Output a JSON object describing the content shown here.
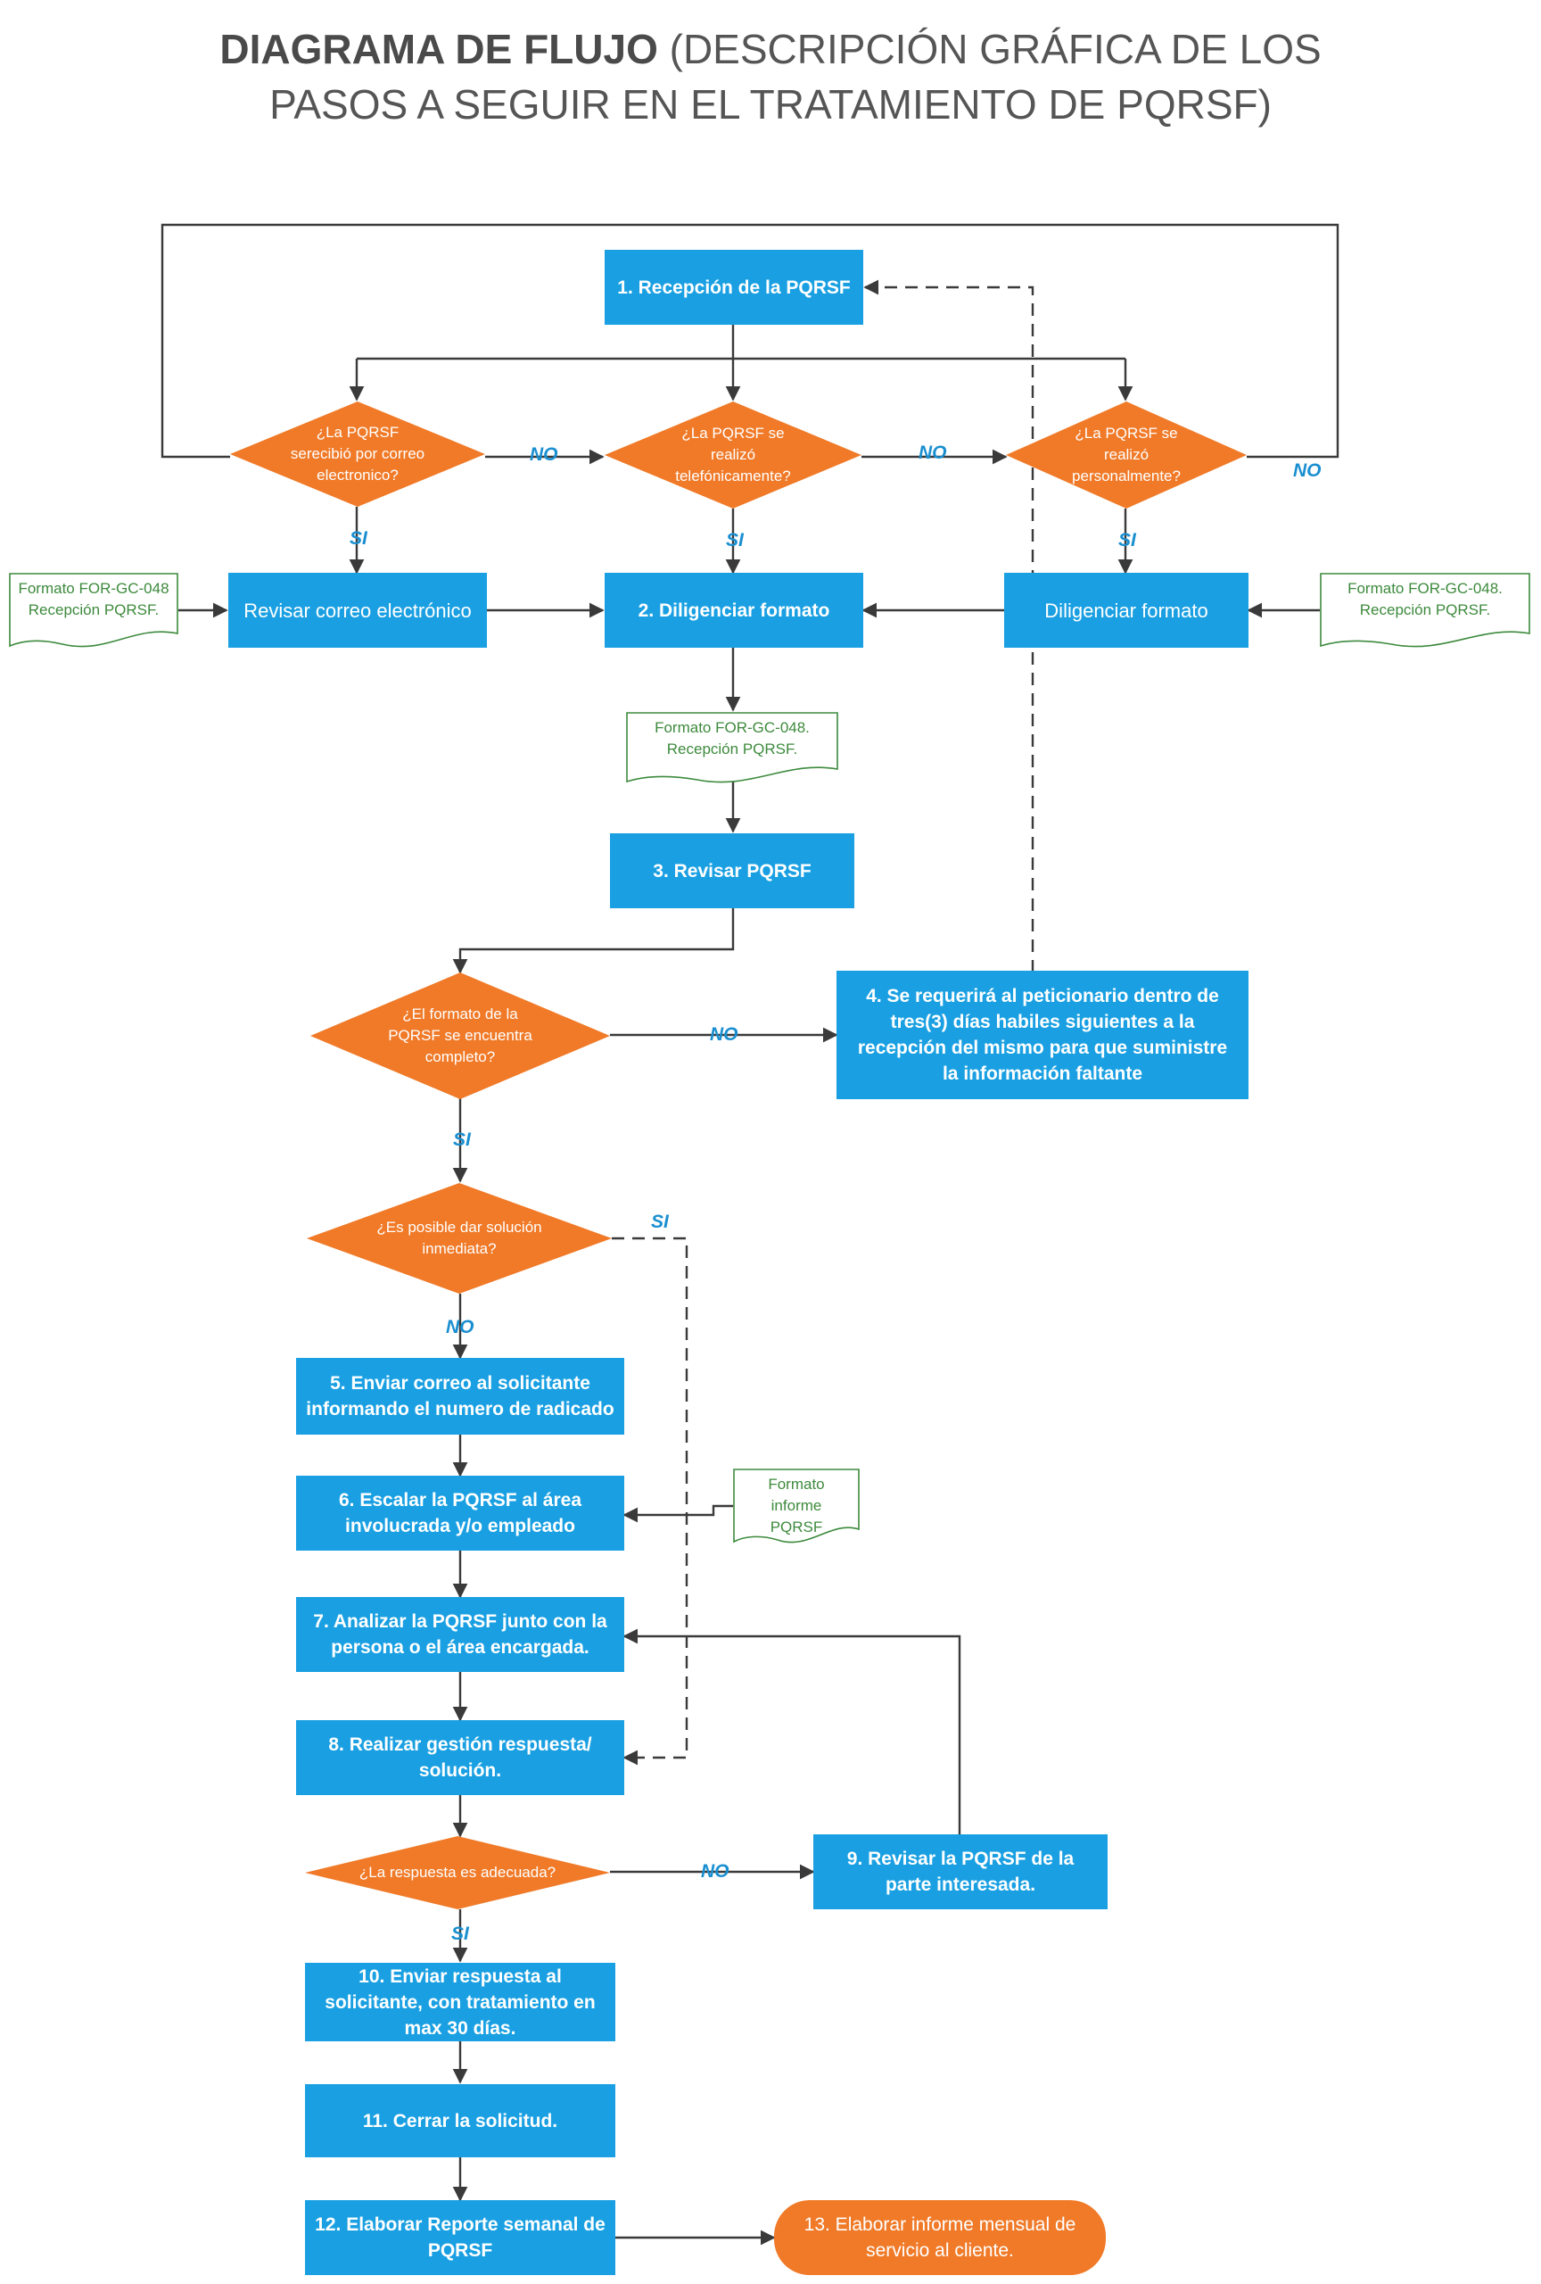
{
  "title": {
    "line1_bold": "DIAGRAMA DE FLUJO",
    "line1_rest": " (DESCRIPCIÓN GRÁFICA DE LOS",
    "line2": "PASOS A SEGUIR EN EL TRATAMIENTO DE PQRSF)"
  },
  "colors": {
    "process": "#1aa0e2",
    "decision": "#f07a28",
    "document_border": "#3d8a3d",
    "label": "#1a8fd0",
    "connector": "#3a3a3a"
  },
  "steps": {
    "s1": "1. Recepción de la PQRSF",
    "revisar_correo": "Revisar correo electrónico",
    "s2": "2. Diligenciar formato",
    "diligenciar_personal": "Diligenciar formato",
    "s3": "3. Revisar PQRSF",
    "s4": "4. Se requerirá al peticionario dentro de tres(3) días habiles siguientes a la recepción del mismo para que suministre la información faltante",
    "s5": "5. Enviar correo al solicitante informando el numero de radicado",
    "s6": "6. Escalar la PQRSF  al área involucrada y/o empleado",
    "s7": "7. Analizar la PQRSF junto con la persona o el área encargada.",
    "s8": "8. Realizar gestión respuesta/ solución.",
    "s9": "9. Revisar la PQRSF de la parte interesada.",
    "s10": "10. Enviar respuesta al solicitante, con tratamiento en max 30 días.",
    "s11": "11. Cerrar la solicitud.",
    "s12": "12. Elaborar Reporte semanal de PQRSF",
    "s13": "13. Elaborar informe mensual de servicio al cliente."
  },
  "decisions": {
    "correo": "¿La PQRSF serecibió por correo electronico?",
    "telefono": "¿La PQRSF se realizó telefónicamente?",
    "personal": "¿La PQRSF se realizó personalmente?",
    "completo": "¿El formato de la PQRSF  se encuentra completo?",
    "inmediata": "¿Es posible dar solución inmediata?",
    "adecuada": "¿La respuesta es adecuada?"
  },
  "documents": {
    "left": "Formato FOR-GC-048 Recepción PQRSF.",
    "right": "Formato FOR-GC-048. Recepción PQRSF.",
    "middle": "Formato FOR-GC-048. Recepción PQRSF.",
    "informe": "Formato informe PQRSF"
  },
  "labels": {
    "si": "SI",
    "no": "NO"
  }
}
